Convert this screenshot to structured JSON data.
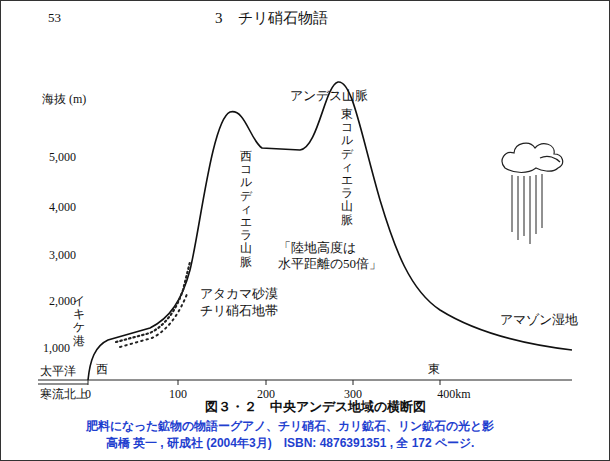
{
  "diagram": {
    "caption": "図３・２　中央アンデス地域の横断図",
    "labels": [
      "53",
      "3　チリ硝石物語",
      "海抜 (m)",
      "5,000",
      "4,000",
      "3,000",
      "2,000",
      "1,000",
      "アンデス山脈",
      "西コルディエラ山脈",
      "東コルディエラ山脈",
      "「陸地高度は 水平距離の50倍」",
      "イキケ港",
      "アタカマ砂漠",
      "チリ硝石地帯",
      "太平洋",
      "寒流北上",
      "西",
      "東",
      "0",
      "100",
      "200",
      "300",
      "400km",
      "アマゾン湿地",
      "肥料になった鉱物の物語ーグアノ、チリ硝石、カリ鉱石、リン鉱石の光と影",
      "高橋 英一 , 研成社 (2004年3月)　ISBN: 4876391351 , 全 172 ページ."
    ]
  }
}
